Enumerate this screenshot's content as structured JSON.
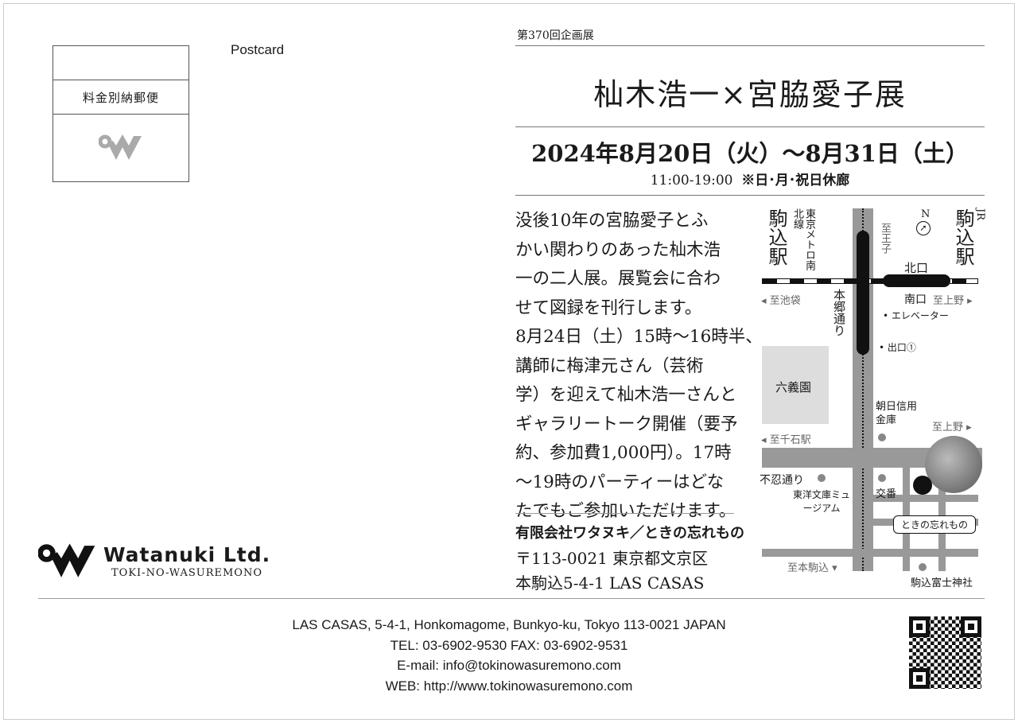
{
  "postcard_label": "Postcard",
  "stamp": {
    "text": "料金別納郵便"
  },
  "logo": {
    "name": "Watanuki Ltd.",
    "sub": "TOKI-NO-WASUREMONO"
  },
  "header": {
    "series": "第370回企画展",
    "title": "杣木浩一×宮脇愛子展",
    "dates": "2024年8月20日（火）〜8月31日（土）",
    "hours": "11:00-19:00",
    "closed": "※日･月･祝日休廊"
  },
  "body_lines": [
    "没後10年の宮脇愛子とふ",
    "かい関わりのあった杣木浩",
    "一の二人展。展覧会に合わ",
    "せて図録を刊行します。",
    "8月24日（土）15時〜16時半、",
    "講師に梅津元さん（芸術",
    "学）を迎えて杣木浩一さんと",
    "ギャラリートーク開催（要予",
    "約、参加費1,000円）。17時",
    "〜19時のパーティーはどな",
    "たでもご参加いただけます。"
  ],
  "company": {
    "name": "有限会社ワタヌキ／ときの忘れもの",
    "postal": "〒113-0021 東京都文京区",
    "address": "本駒込5-4-1 LAS CASAS"
  },
  "map": {
    "metro_station": "駒込駅",
    "metro_line": "東京メトロ南北線",
    "jr": "JR",
    "jr_station": "駒込駅",
    "north": "N",
    "to_oji": "至王子",
    "north_exit": "北口",
    "south_exit": "南口",
    "to_ikebukuro": "至池袋",
    "to_ueno": "至上野",
    "hongo": "本郷通り",
    "elevator": "エレベーター",
    "exit1": "出口①",
    "rikugien": "六義園",
    "bank": "朝日信用金庫",
    "to_ueno2": "至上野",
    "to_senkoku": "至千石駅",
    "shinobazu": "不忍通り",
    "koban": "交番",
    "toyo": "東洋文庫ミュージアム",
    "gallery": "ときの忘れもの",
    "to_honkomagome": "至本駒込",
    "shrine": "駒込富士神社"
  },
  "footer": {
    "address": "LAS CASAS, 5-4-1, Honkomagome, Bunkyo-ku,  Tokyo 113-0021 JAPAN",
    "tel": "TEL: 03-6902-9530  FAX: 03-6902-9531",
    "email": "E-mail: info@tokinowasuremono.com",
    "web": "WEB: http://www.tokinowasuremono.com"
  }
}
